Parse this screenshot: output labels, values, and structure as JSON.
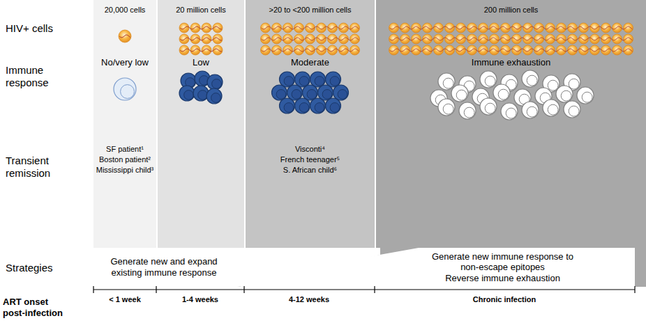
{
  "diagram": {
    "nodes": [
      {
        "text": [
          "20,000 cells",
          "No/very low",
          "SF patient¹",
          "Boston patient²",
          "Mississippi child³"
        ]
      },
      {
        "text": [
          "20 million cells",
          "Low"
        ]
      },
      {
        "text": [
          ">20 to <200 million cells",
          "Moderate",
          "Visconti⁴",
          "French teenager⁵",
          "S. African child⁶"
        ]
      },
      {
        "text": [
          "200 million cells",
          "Immune exhaustion"
        ]
      },
      {
        "text": [
          "Generate new and expand existing immune response"
        ]
      },
      {
        "text": [
          "Generate new immune response to non-escape epitopes",
          "Reverse immune exhaustion"
        ]
      }
    ],
    "labels": [
      "HIV+ cells",
      "Immune response",
      "Transient remission",
      "Strategies",
      "< 1 week",
      "1-4 weeks",
      "4-12 weeks",
      "Chronic infection",
      "ART onset post-infection"
    ]
  }
}
